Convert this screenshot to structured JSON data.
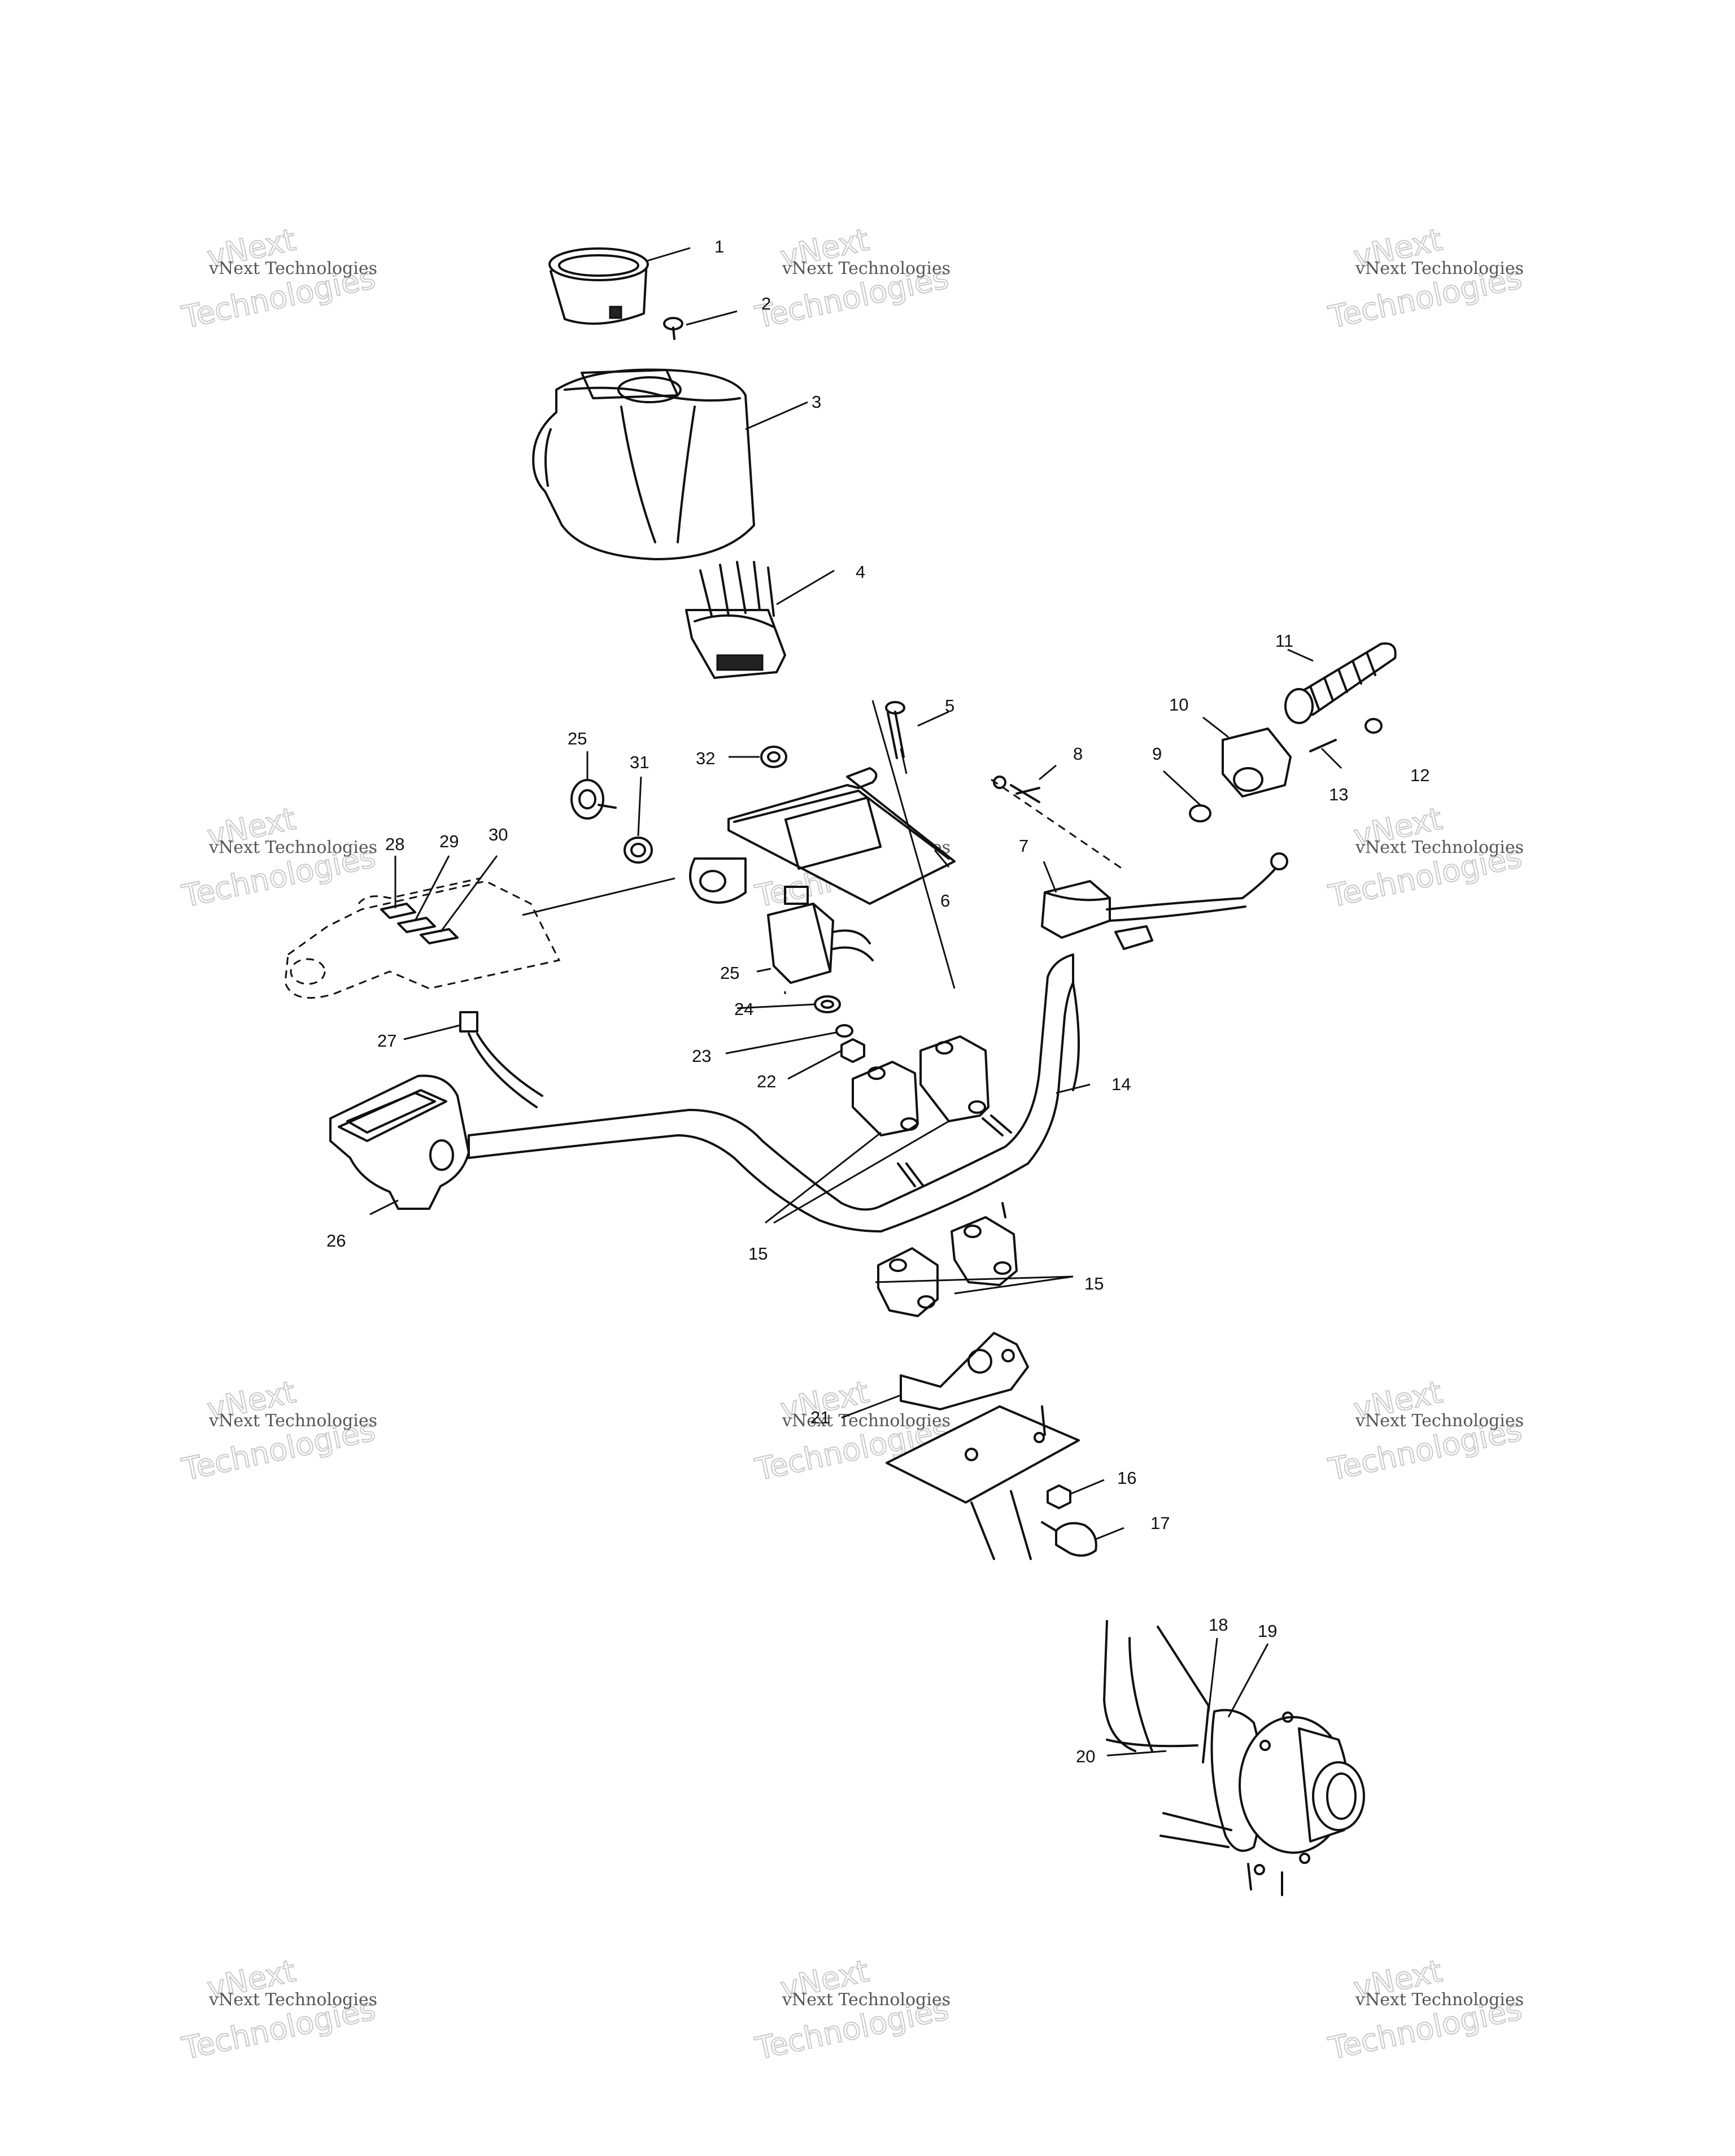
{
  "callouts": [
    {
      "id": "1",
      "text": "1"
    },
    {
      "id": "2",
      "text": "2"
    },
    {
      "id": "3",
      "text": "3"
    },
    {
      "id": "4",
      "text": "4"
    },
    {
      "id": "5",
      "text": "5"
    },
    {
      "id": "6",
      "text": "6"
    },
    {
      "id": "7",
      "text": "7"
    },
    {
      "id": "8",
      "text": "8"
    },
    {
      "id": "9",
      "text": "9"
    },
    {
      "id": "10",
      "text": "10"
    },
    {
      "id": "11",
      "text": "11"
    },
    {
      "id": "12",
      "text": "12"
    },
    {
      "id": "13",
      "text": "13"
    },
    {
      "id": "14",
      "text": "14"
    },
    {
      "id": "15a",
      "text": "15"
    },
    {
      "id": "15b",
      "text": "15"
    },
    {
      "id": "16",
      "text": "16"
    },
    {
      "id": "17",
      "text": "17"
    },
    {
      "id": "18",
      "text": "18"
    },
    {
      "id": "19",
      "text": "19"
    },
    {
      "id": "20",
      "text": "20"
    },
    {
      "id": "21",
      "text": "21"
    },
    {
      "id": "22",
      "text": "22"
    },
    {
      "id": "23",
      "text": "23"
    },
    {
      "id": "24",
      "text": "24"
    },
    {
      "id": "25a",
      "text": "25"
    },
    {
      "id": "25b",
      "text": "25"
    },
    {
      "id": "26",
      "text": "26"
    },
    {
      "id": "27",
      "text": "27"
    },
    {
      "id": "28",
      "text": "28"
    },
    {
      "id": "29",
      "text": "29"
    },
    {
      "id": "30",
      "text": "30"
    },
    {
      "id": "31",
      "text": "31"
    },
    {
      "id": "32",
      "text": "32"
    }
  ],
  "watermark": {
    "line1": "vNext",
    "line2": "vNext Technologies",
    "line3": "Technologies"
  }
}
